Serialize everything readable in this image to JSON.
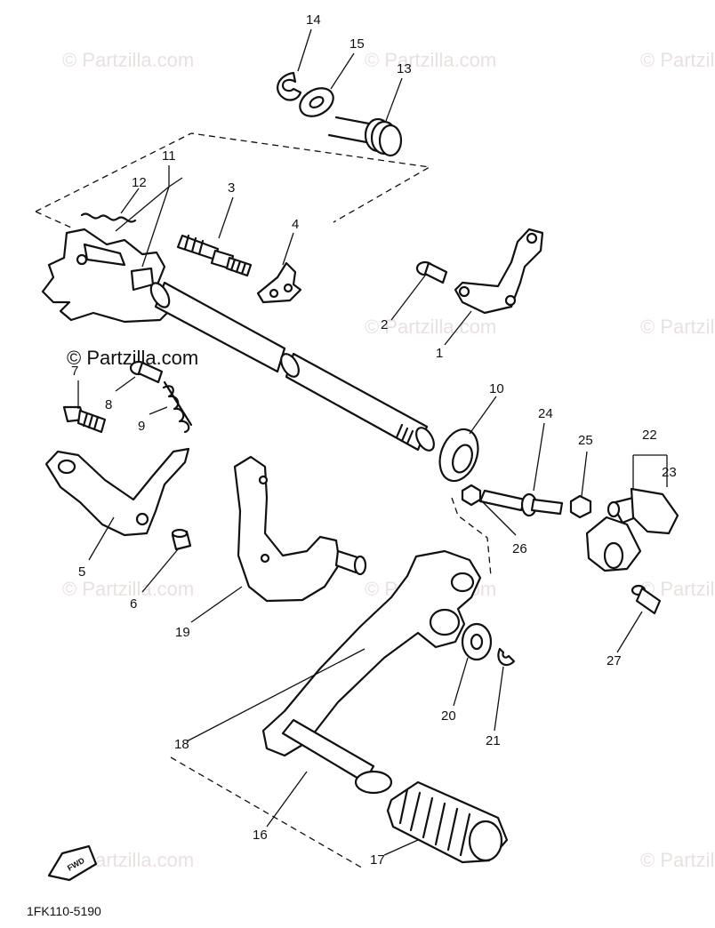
{
  "diagram": {
    "code": "1FK110-5190",
    "watermark": "© Partzilla.com",
    "fwd_label": "FWD",
    "callouts": [
      "1",
      "2",
      "3",
      "4",
      "5",
      "6",
      "7",
      "8",
      "9",
      "10",
      "11",
      "12",
      "13",
      "14",
      "15",
      "16",
      "17",
      "18",
      "19",
      "20",
      "21",
      "22",
      "23",
      "24",
      "25",
      "26",
      "27"
    ]
  }
}
